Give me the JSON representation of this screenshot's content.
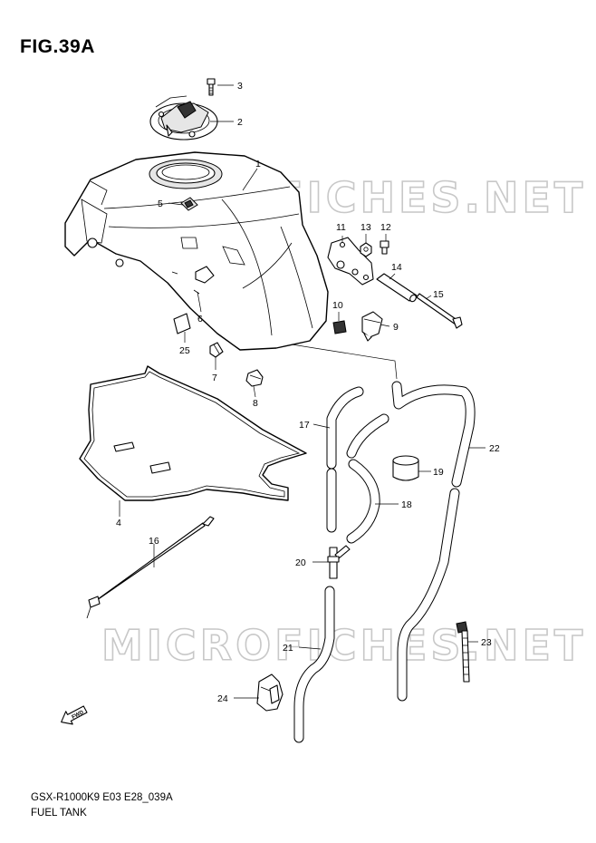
{
  "figure": {
    "title": "FIG.39A",
    "model_code": "GSX-R1000K9 E03 E28_039A",
    "group_name": "FUEL TANK"
  },
  "watermarks": [
    "MICROFICHES.NET",
    "MICROFICHES.NET"
  ],
  "direction_marker": {
    "label": "FWD",
    "icon": "forward-arrow-icon"
  },
  "parts": [
    {
      "ref": "1"
    },
    {
      "ref": "2"
    },
    {
      "ref": "3"
    },
    {
      "ref": "4"
    },
    {
      "ref": "5"
    },
    {
      "ref": "6"
    },
    {
      "ref": "7"
    },
    {
      "ref": "8"
    },
    {
      "ref": "9"
    },
    {
      "ref": "10"
    },
    {
      "ref": "11"
    },
    {
      "ref": "12"
    },
    {
      "ref": "13"
    },
    {
      "ref": "14"
    },
    {
      "ref": "15"
    },
    {
      "ref": "16"
    },
    {
      "ref": "17"
    },
    {
      "ref": "18"
    },
    {
      "ref": "19"
    },
    {
      "ref": "20"
    },
    {
      "ref": "21"
    },
    {
      "ref": "22"
    },
    {
      "ref": "23"
    },
    {
      "ref": "24"
    },
    {
      "ref": "25"
    }
  ]
}
